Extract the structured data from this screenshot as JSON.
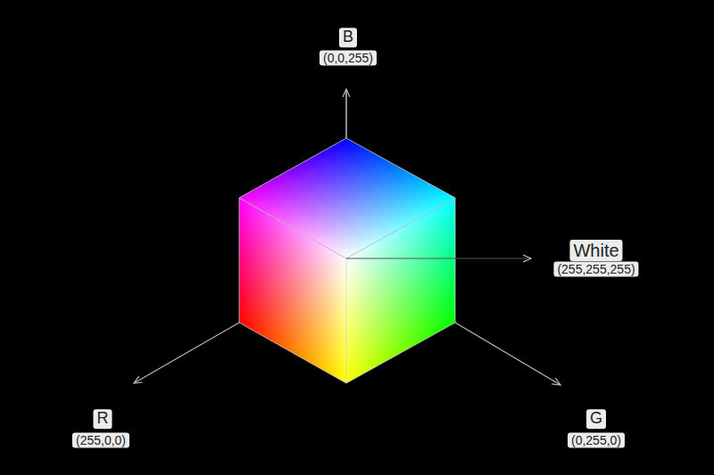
{
  "diagram": {
    "labels": [
      "B",
      "(0,0,255)",
      "White",
      "(255,255,255)",
      "R",
      "(255,0,0)",
      "G",
      "(0,255,0)"
    ]
  }
}
